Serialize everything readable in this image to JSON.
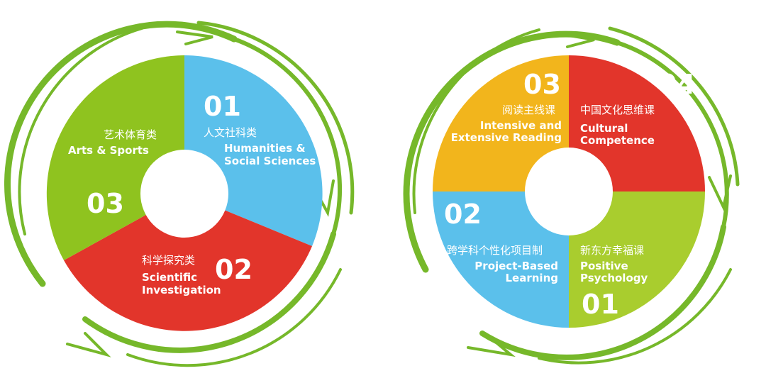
{
  "colors": {
    "green_ring": "#76b82a",
    "green_segment": "#8fc31f",
    "blue": "#5bc0eb",
    "red": "#e2352b",
    "yellow": "#f2b51c",
    "lime": "#a9cd2e",
    "center": "#ffffff"
  },
  "left_wheel": {
    "segments": [
      {
        "number": "01",
        "zh": "人文社科类",
        "en_line1": "Humanities &",
        "en_line2": "Social Sciences",
        "color": "#5bc0eb"
      },
      {
        "number": "02",
        "zh": "科学探究类",
        "en_line1": "Scientific",
        "en_line2": "Investigation",
        "color": "#e2352b"
      },
      {
        "number": "03",
        "zh": "艺术体育类",
        "en_line1": "Arts & Sports",
        "en_line2": "",
        "color": "#8fc31f"
      }
    ]
  },
  "right_wheel": {
    "segments": [
      {
        "number": "01",
        "zh": "新东方幸福课",
        "en_line1": "Positive",
        "en_line2": "Psychology",
        "color": "#a9cd2e"
      },
      {
        "number": "02",
        "zh": "跨学科个性化项目制",
        "en_line1": "Project-Based",
        "en_line2": "Learning",
        "color": "#5bc0eb"
      },
      {
        "number": "03",
        "zh": "阅读主线课",
        "en_line1": "Intensive and",
        "en_line2": "Extensive Reading",
        "color": "#f2b51c"
      },
      {
        "number": "04",
        "zh": "中国文化思维课",
        "en_line1": "Cultural",
        "en_line2": "Competence",
        "color": "#e2352b"
      }
    ]
  }
}
